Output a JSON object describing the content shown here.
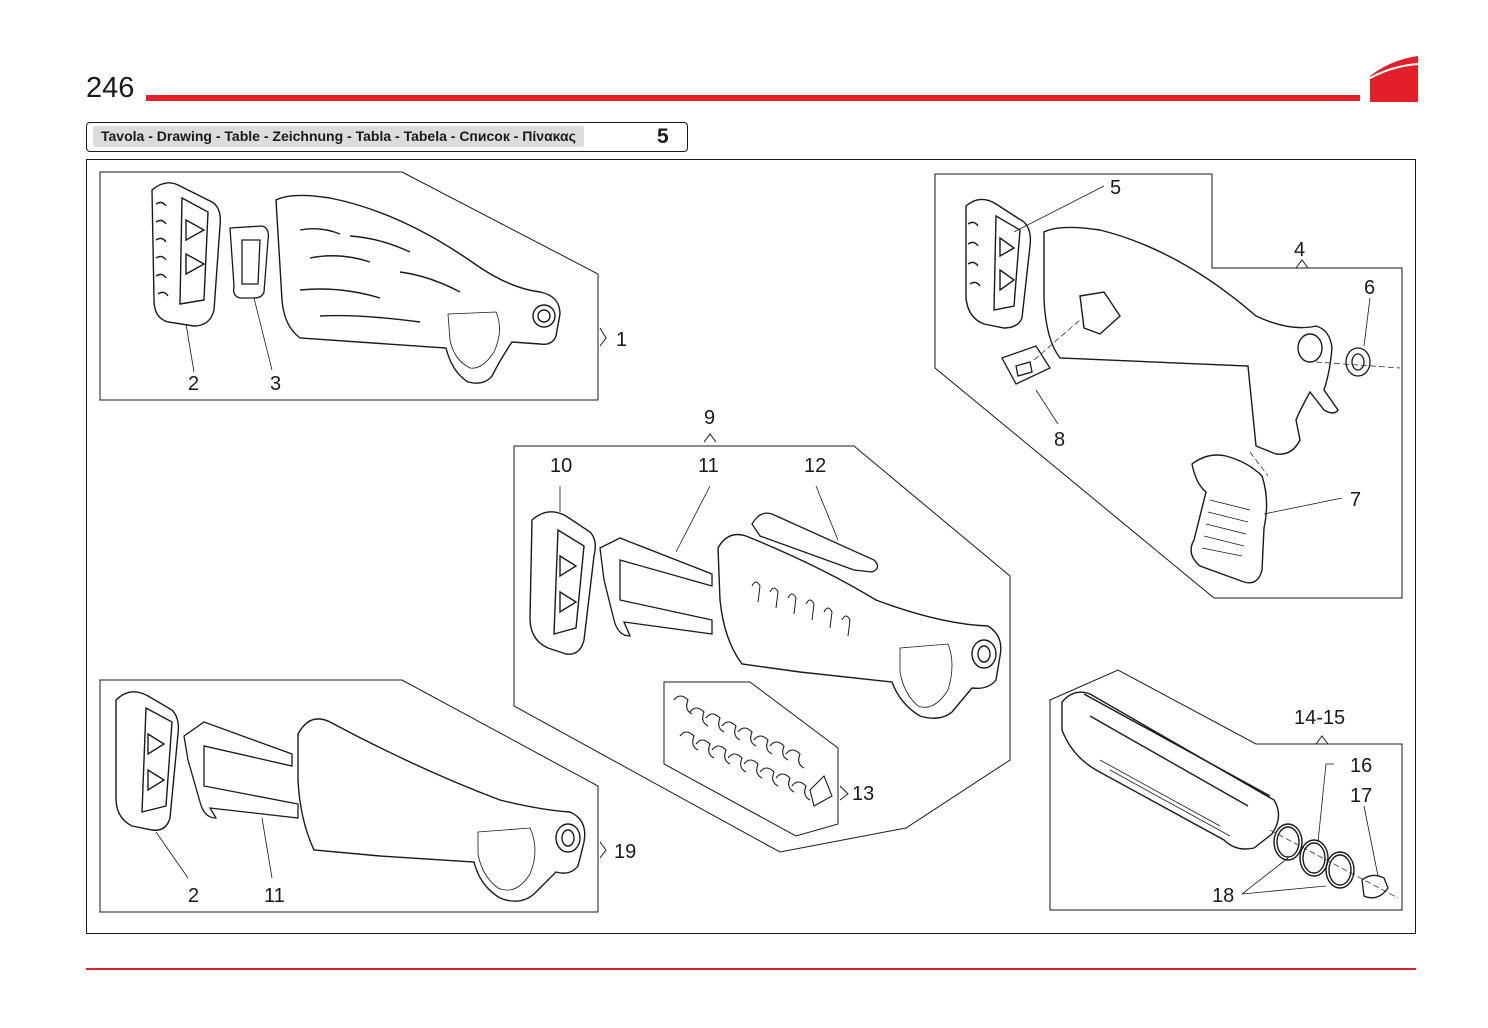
{
  "page": {
    "number": "246"
  },
  "header": {
    "accent_color": "#e3202a"
  },
  "title_box": {
    "label": "Tavola - Drawing - Table - Zeichnung - Tabla - Tabela - Список - Πίνακας",
    "table_number": "5"
  },
  "callouts": {
    "c1": "1",
    "c2a": "2",
    "c3": "3",
    "c4": "4",
    "c5": "5",
    "c6": "6",
    "c7": "7",
    "c8": "8",
    "c9": "9",
    "c10": "10",
    "c11a": "11",
    "c12": "12",
    "c13": "13",
    "c14_15": "14-15",
    "c16": "16",
    "c17": "17",
    "c18": "18",
    "c2b": "2",
    "c11b": "11",
    "c19": "19"
  }
}
